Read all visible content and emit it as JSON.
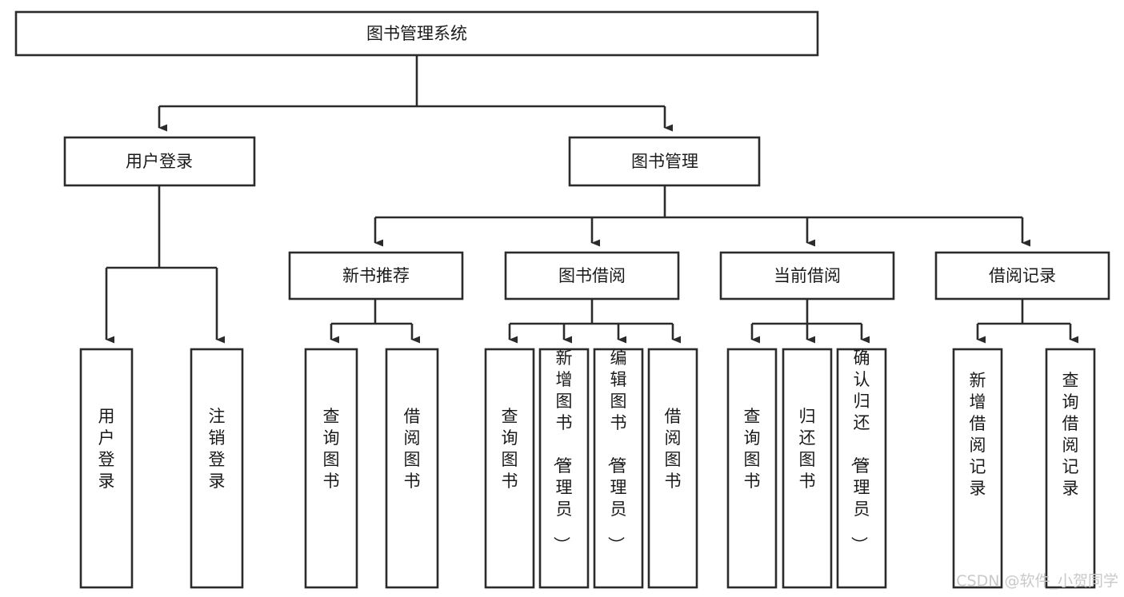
{
  "diagram": {
    "type": "hierarchy-tree",
    "title": "图书管理系统",
    "root": {
      "id": "root",
      "label": "图书管理系统"
    },
    "level2": [
      {
        "id": "user-login",
        "label": "用户登录"
      },
      {
        "id": "book-manage",
        "label": "图书管理"
      }
    ],
    "level3": [
      {
        "id": "new-book-recommend",
        "label": "新书推荐",
        "parent": "book-manage"
      },
      {
        "id": "book-borrow",
        "label": "图书借阅",
        "parent": "book-manage"
      },
      {
        "id": "current-borrow",
        "label": "当前借阅",
        "parent": "book-manage"
      },
      {
        "id": "borrow-record",
        "label": "借阅记录",
        "parent": "book-manage"
      }
    ],
    "leaves": [
      {
        "id": "leaf-user-login",
        "label": "用户登录",
        "parent": "user-login"
      },
      {
        "id": "leaf-logout",
        "label": "注销登录",
        "parent": "user-login"
      },
      {
        "id": "leaf-query-book-1",
        "label": "查询图书",
        "parent": "new-book-recommend"
      },
      {
        "id": "leaf-borrow-book-1",
        "label": "借阅图书",
        "parent": "new-book-recommend"
      },
      {
        "id": "leaf-query-book-2",
        "label": "查询图书",
        "parent": "book-borrow"
      },
      {
        "id": "leaf-add-book",
        "label": "新增图书（管理员）",
        "parent": "book-borrow"
      },
      {
        "id": "leaf-edit-book",
        "label": "编辑图书（管理员）",
        "parent": "book-borrow"
      },
      {
        "id": "leaf-borrow-book-2",
        "label": "借阅图书",
        "parent": "book-borrow"
      },
      {
        "id": "leaf-query-book-3",
        "label": "查询图书",
        "parent": "current-borrow"
      },
      {
        "id": "leaf-return-book",
        "label": "归还图书",
        "parent": "current-borrow"
      },
      {
        "id": "leaf-confirm-return",
        "label": "确认归还（管理员）",
        "parent": "current-borrow"
      },
      {
        "id": "leaf-add-record",
        "label": "新增借阅记录",
        "parent": "borrow-record"
      },
      {
        "id": "leaf-query-record",
        "label": "查询借阅记录",
        "parent": "borrow-record"
      }
    ],
    "colors": {
      "box_stroke": "#2b2b2b",
      "box_fill": "#ffffff",
      "text": "#1a1a1a",
      "connector": "#2b2b2b",
      "watermark": "#c9c9c9",
      "background": "#ffffff"
    }
  },
  "watermark": {
    "text": "CSDN @软件_小贺同学"
  }
}
